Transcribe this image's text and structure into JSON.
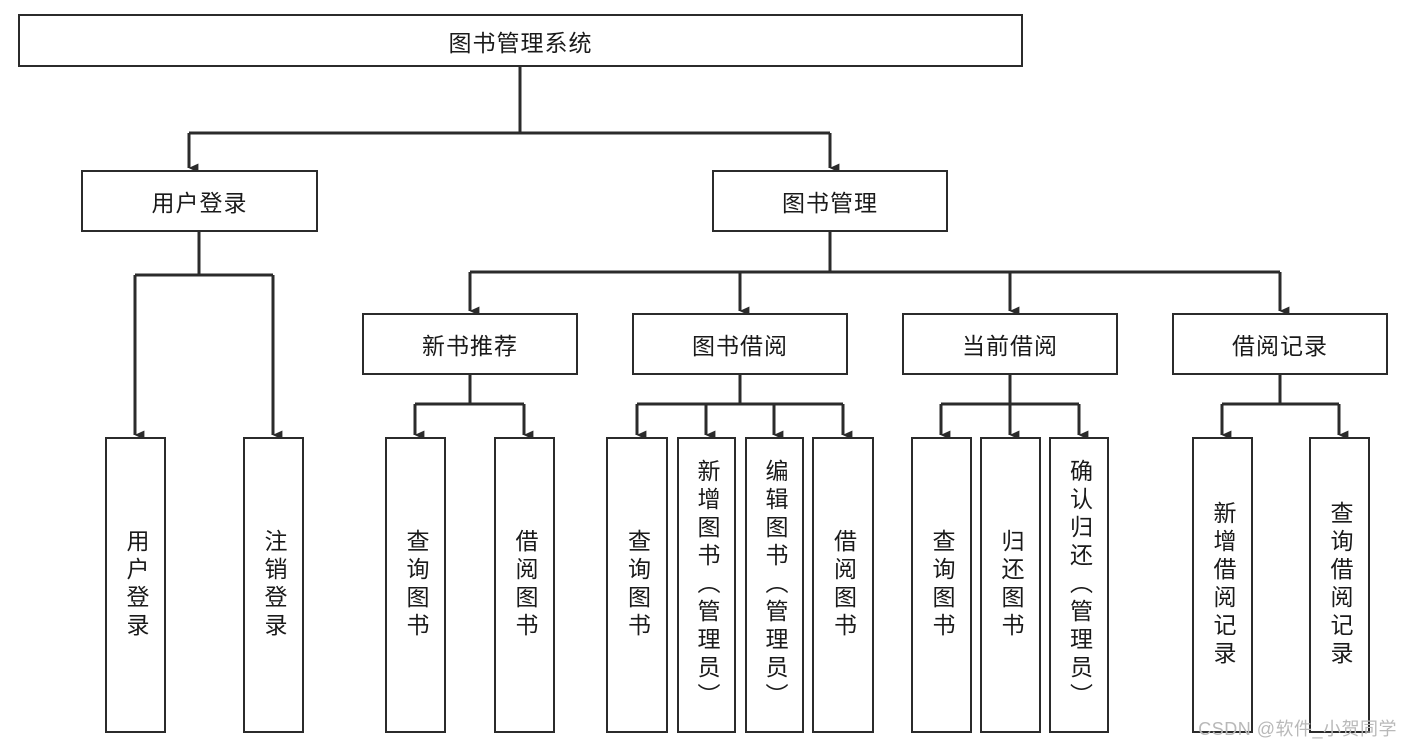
{
  "diagram": {
    "type": "tree",
    "title": "图书管理系统",
    "orientation": "top-down",
    "levels": 4,
    "colors": {
      "node_border": "#2b2b2b",
      "node_fill": "#ffffff",
      "edge": "#2b2b2b",
      "text": "#1a1a1a",
      "watermark": "#b9b9b9",
      "background": "#ffffff"
    }
  },
  "root": {
    "label": "图书管理系统"
  },
  "level2": [
    {
      "label": "用户登录"
    },
    {
      "label": "图书管理"
    }
  ],
  "level3": [
    {
      "label": "新书推荐"
    },
    {
      "label": "图书借阅"
    },
    {
      "label": "当前借阅"
    },
    {
      "label": "借阅记录"
    }
  ],
  "leaves": {
    "user_login": [
      {
        "label": "用户登录"
      },
      {
        "label": "注销登录"
      }
    ],
    "new_book_recommend": [
      {
        "label": "查询图书"
      },
      {
        "label": "借阅图书"
      }
    ],
    "book_borrow": [
      {
        "label": "查询图书"
      },
      {
        "label": "新增图书（管理员）"
      },
      {
        "label": "编辑图书（管理员）"
      },
      {
        "label": "借阅图书"
      }
    ],
    "current_borrow": [
      {
        "label": "查询图书"
      },
      {
        "label": "归还图书"
      },
      {
        "label": "确认归还（管理员）"
      }
    ],
    "borrow_record": [
      {
        "label": "新增借阅记录"
      },
      {
        "label": "查询借阅记录"
      }
    ]
  },
  "watermark": {
    "text": "CSDN @软件_小贺同学"
  }
}
